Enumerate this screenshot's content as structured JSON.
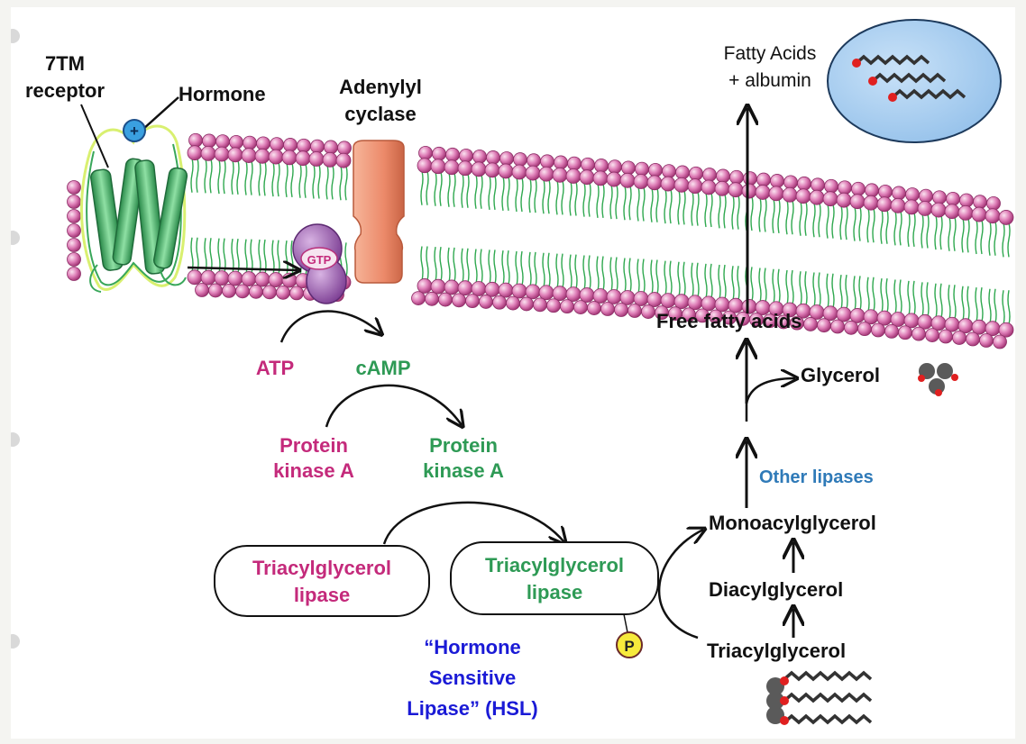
{
  "labels": {
    "receptor_l1": "7TM",
    "receptor_l2": "receptor",
    "hormone": "Hormone",
    "hormone_charge": "+",
    "adenylyl_l1": "Adenylyl",
    "adenylyl_l2": "cyclase",
    "gtp": "GTP",
    "atp": "ATP",
    "camp": "cAMP",
    "pka_inactive_l1": "Protein",
    "pka_inactive_l2": "kinase A",
    "pka_active_l1": "Protein",
    "pka_active_l2": "kinase A",
    "tgl_inactive_l1": "Triacylglycerol",
    "tgl_inactive_l2": "lipase",
    "tgl_active_l1": "Triacylglycerol",
    "tgl_active_l2": "lipase",
    "phosphate": "P",
    "hsl_l1": "“Hormone",
    "hsl_l2": "Sensitive",
    "hsl_l3": "Lipase” (HSL)",
    "fatty_acids_l1": "Fatty Acids",
    "fatty_acids_l2": "+ albumin",
    "free_fatty_acids": "Free fatty acids",
    "glycerol": "Glycerol",
    "other_lipases": "Other lipases",
    "monoacylglycerol": "Monoacylglycerol",
    "diacylglycerol": "Diacylglycerol",
    "triacylglycerol": "Triacylglycerol"
  },
  "colors": {
    "inactive": "#c42a7b",
    "active": "#2e9a55",
    "hsl": "#1a1ad6",
    "other_lipases": "#2f7ab8",
    "head_group": "#d977b2",
    "lipid_tail": "#2fa84f",
    "receptor": "#49b070",
    "adenylyl_cyclase": "#ec8a6a",
    "g_protein": "#9a5fb0",
    "albumin": "#a9cff2"
  },
  "icons": [
    "plus-charge-icon",
    "phosphate-icon",
    "glycerol-molecule-icon",
    "fatty-acid-chain-icon"
  ]
}
